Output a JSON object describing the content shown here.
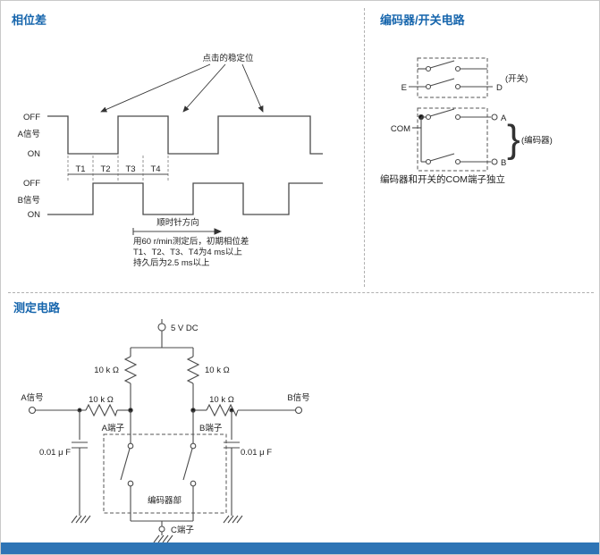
{
  "accent_color": "#1766ad",
  "footer_color": "#2e74b5",
  "phase": {
    "title": "相位差",
    "click_stable_label": "点击的稳定位",
    "signal_a": {
      "name": "A信号",
      "off": "OFF",
      "on": "ON"
    },
    "signal_b": {
      "name": "B信号",
      "off": "OFF",
      "on": "ON"
    },
    "t_labels": [
      "T1",
      "T2",
      "T3",
      "T4"
    ],
    "direction_label": "顺时针方向",
    "note_lines": [
      "用60 r/min测定后，初期相位差",
      "T1、T2、T3、T4为4 ms以上",
      "持久后为2.5 ms以上"
    ]
  },
  "encoder_switch": {
    "title": "编码器/开关电路",
    "terminal_e": "E",
    "terminal_d": "D",
    "switch_label": "(开关)",
    "com_label": "COM",
    "terminal_a": "A",
    "terminal_b": "B",
    "brace": "}",
    "encoder_label": "(编码器)",
    "caption": "编码器和开关的COM端子独立"
  },
  "measurement": {
    "title": "测定电路",
    "supply_label": "5 V DC",
    "resistors": [
      "10 k Ω",
      "10 k Ω",
      "10 k Ω",
      "10 k Ω"
    ],
    "signal_a_label": "A信号",
    "signal_b_label": "B信号",
    "terminal_a_label": "A端子",
    "terminal_b_label": "B端子",
    "capacitor_left_label": "0.01 μ F",
    "capacitor_right_label": "0.01 μ F",
    "encoder_box_label": "编码器部",
    "terminal_c_label": "C端子"
  }
}
